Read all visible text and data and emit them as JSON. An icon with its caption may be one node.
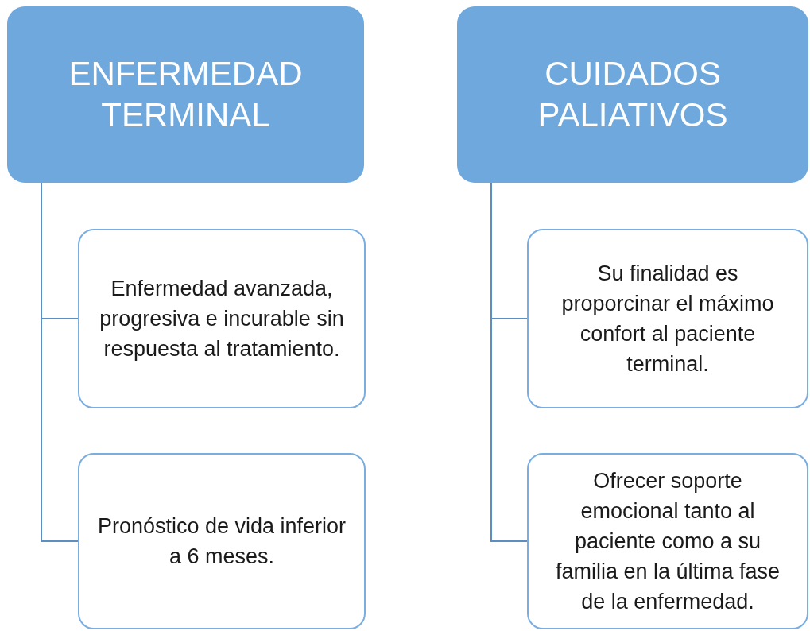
{
  "diagram": {
    "nodes": [
      {
        "text": [
          "ENFERMEDAD TERMINAL"
        ]
      },
      {
        "text": [
          "Enfermedad avanzada, progresiva e incurable sin respuesta al tratamiento."
        ]
      },
      {
        "text": [
          "Pronóstico de vida inferior a 6 meses."
        ]
      },
      {
        "text": [
          "CUIDADOS PALIATIVOS"
        ]
      },
      {
        "text": [
          "Su finalidad es proporcinar el máximo confort al paciente terminal."
        ]
      },
      {
        "text": [
          "Ofrecer soporte emocional tanto al paciente como a su familia en la última fase de la enfermedad."
        ]
      }
    ],
    "edges": [
      {
        "from": 0,
        "to": 1,
        "arrow": "none"
      },
      {
        "from": 0,
        "to": 2,
        "arrow": "none"
      },
      {
        "from": 3,
        "to": 4,
        "arrow": "none"
      },
      {
        "from": 3,
        "to": 5,
        "arrow": "none"
      }
    ]
  }
}
